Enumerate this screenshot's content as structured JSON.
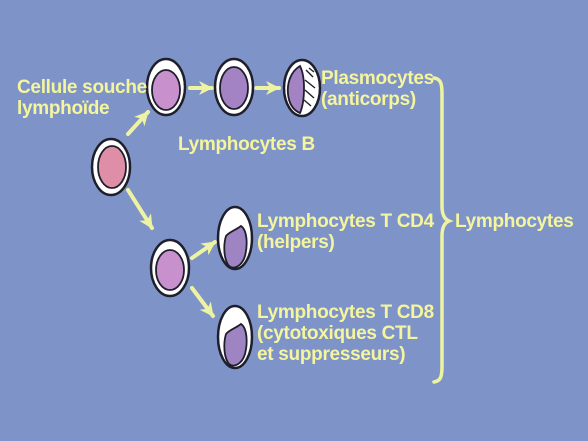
{
  "colors": {
    "background": "#7e93c8",
    "label_text": "#f4f59c",
    "arrow": "#eef3a2",
    "cell_outline": "#1f1f2b",
    "cell_body": "#ffffff",
    "stem_nucleus": "#de8ea6",
    "b_cell_nucleus": "#c890cc",
    "b_cell_mature_nucleus": "#a483c4",
    "t_cell_nucleus": "#9e84c2"
  },
  "labels": {
    "stem_cell": [
      "Cellule souche",
      "lymphoïde"
    ],
    "b_lymphocytes": "Lymphocytes B",
    "plasmocytes": [
      "Plasmocytes",
      "(anticorps)"
    ],
    "t_cd4": [
      "Lymphocytes T CD4",
      "(helpers)"
    ],
    "t_cd8": [
      "Lymphocytes T CD8",
      "(cytotoxiques CTL",
      "et suppresseurs)"
    ],
    "lymphocytes": "Lymphocytes"
  },
  "nodes": [
    {
      "id": "stem-cell",
      "shape": "round-nucleus",
      "nucleus_color": "stem_nucleus"
    },
    {
      "id": "b-precursor",
      "shape": "round-nucleus",
      "nucleus_color": "b_cell_nucleus"
    },
    {
      "id": "b-lymphocyte",
      "shape": "round-nucleus",
      "nucleus_color": "b_cell_mature_nucleus"
    },
    {
      "id": "plasmocyte",
      "shape": "striated-nucleus",
      "nucleus_color": "b_cell_mature_nucleus"
    },
    {
      "id": "t-precursor",
      "shape": "round-nucleus",
      "nucleus_color": "b_cell_nucleus"
    },
    {
      "id": "t-cd4-cell",
      "shape": "lobed-nucleus",
      "nucleus_color": "t_cell_nucleus"
    },
    {
      "id": "t-cd8-cell",
      "shape": "lobed-nucleus",
      "nucleus_color": "t_cell_nucleus"
    }
  ],
  "edges": [
    {
      "from": "stem-cell",
      "to": "b-precursor"
    },
    {
      "from": "stem-cell",
      "to": "t-precursor"
    },
    {
      "from": "b-precursor",
      "to": "b-lymphocyte"
    },
    {
      "from": "b-lymphocyte",
      "to": "plasmocyte"
    },
    {
      "from": "t-precursor",
      "to": "t-cd4-cell"
    },
    {
      "from": "t-precursor",
      "to": "t-cd8-cell"
    }
  ]
}
